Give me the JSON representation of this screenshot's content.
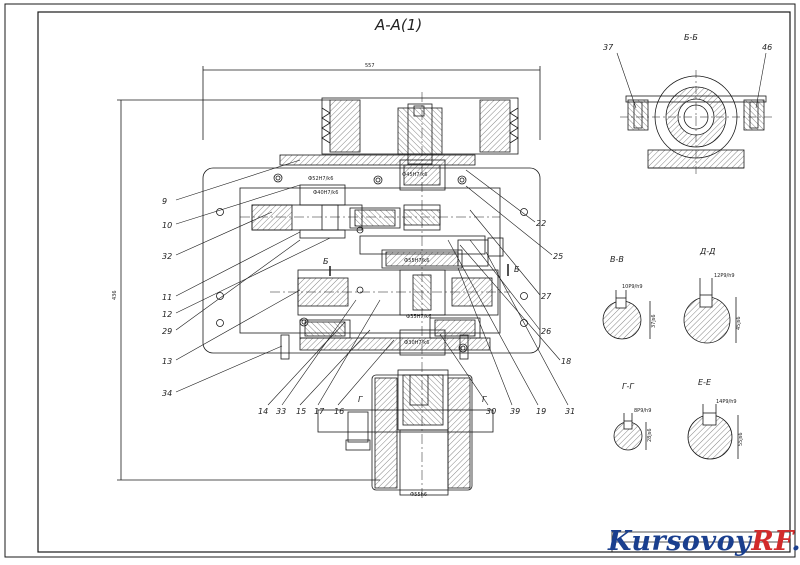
{
  "main_view": {
    "title": "А-А(1)",
    "dim_width": "557",
    "dim_height": "436"
  },
  "section_b": {
    "title": "Б-Б",
    "left_callout": "37",
    "right_callout": "46"
  },
  "section_v": {
    "title": "В-В",
    "tolerance": "10Р9/h9",
    "diameter": "37js6"
  },
  "section_d": {
    "title": "Д-Д",
    "tolerance": "12Р9/h9",
    "diameter": "45js6"
  },
  "section_g": {
    "title": "Г-Г",
    "tolerance": "8Р9/h9",
    "diameter": "28js6"
  },
  "section_e": {
    "title": "Е-Е",
    "tolerance": "14Р9/h9",
    "diameter": "55js6"
  },
  "cut_marks": {
    "b": "Б",
    "g": "Г"
  },
  "left_callouts": [
    "9",
    "10",
    "32",
    "11",
    "12",
    "29",
    "13",
    "34"
  ],
  "right_callouts": [
    "22",
    "25",
    "27",
    "26",
    "18",
    "31"
  ],
  "bottom_callouts": [
    "14",
    "33",
    "15",
    "17",
    "16",
    "30",
    "39",
    "19"
  ],
  "fits": [
    "Ф52Н7/k6",
    "Ф40Н7/k6",
    "Ф45Н7/k6",
    "Ф55Н7/k6",
    "Ф35Н7/k6",
    "Ф30Н7/k6"
  ],
  "shaft_bottom": "Ф55h6",
  "watermark": {
    "part1": "Kursovoy",
    "part2": "RF",
    "part3": ".ru"
  }
}
